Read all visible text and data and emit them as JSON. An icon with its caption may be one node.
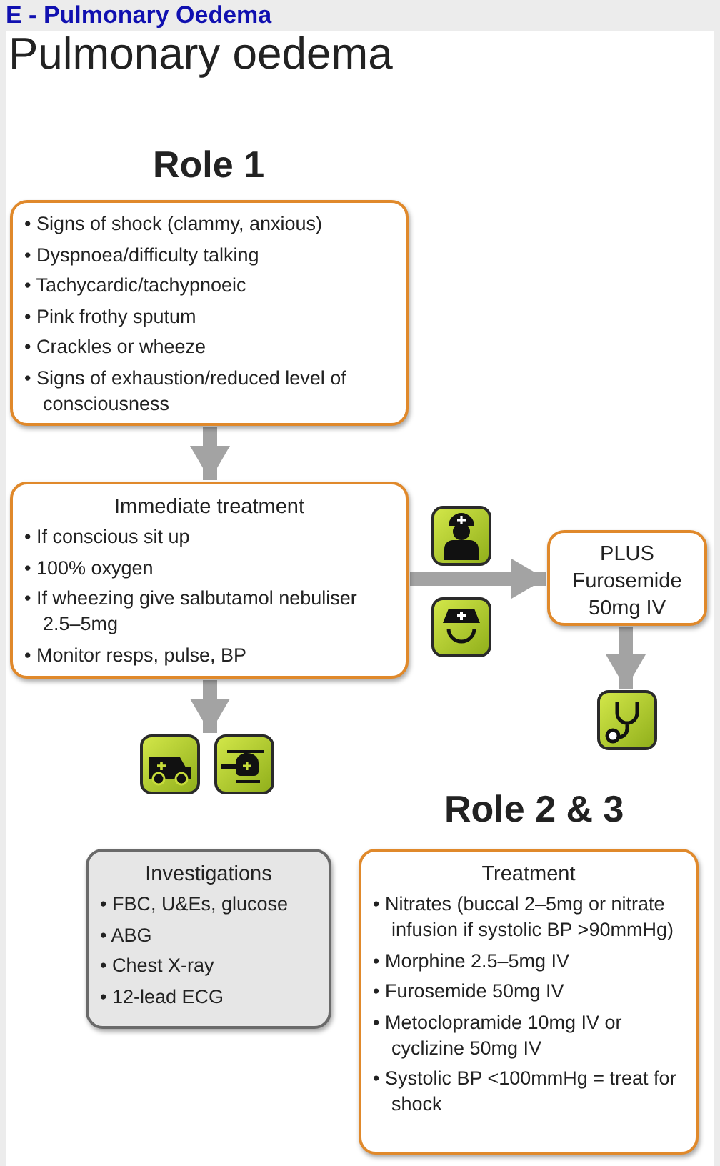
{
  "diagram": {
    "title": "Pulmonary oedema",
    "nodes": [
      {
        "text": [
          "• Signs of shock (clammy, anxious)",
          "• Dyspnoea/difficulty talking",
          "• Tachycardic/tachypnoeic",
          "• Pink frothy sputum",
          "• Crackles or wheeze",
          "• Signs of exhaustion/reduced level of consciousness"
        ]
      },
      {
        "text": [
          "Immediate treatment",
          "• If conscious sit up",
          "• 100% oxygen",
          "• If wheezing give salbutamol nebuliser 2.5–5mg",
          "• Monitor resps, pulse, BP"
        ]
      },
      {
        "text": [
          "PLUS",
          "Furosemide 50mg IV"
        ]
      },
      {
        "text": [],
        "shape": "picture"
      },
      {
        "text": [],
        "shape": "picture"
      },
      {
        "text": [
          "Investigations",
          "• FBC, U&Es, glucose",
          "• ABG",
          "• Chest X-ray",
          "• 12-lead ECG"
        ]
      },
      {
        "text": [
          "Treatment",
          "• Nitrates (buccal 2–5mg or nitrate infusion if systolic BP >90mmHg)",
          "• Morphine 2.5–5mg IV",
          "• Furosemide 50mg IV",
          "• Metoclopramide 10mg IV or cyclizine 50mg IV",
          "• Systolic BP <100mmHg = treat for shock"
        ]
      }
    ],
    "edges": [
      {
        "from": 0,
        "to": 1,
        "arrow": "to"
      },
      {
        "from": 1,
        "to": 2,
        "arrow": "to"
      },
      {
        "from": 2,
        "to": 3,
        "arrow": "to"
      },
      {
        "from": 1,
        "to": 4,
        "arrow": "to"
      }
    ],
    "labels": [
      "E - Pulmonary Oedema",
      "Role 1",
      "Role 2 & 3"
    ]
  }
}
